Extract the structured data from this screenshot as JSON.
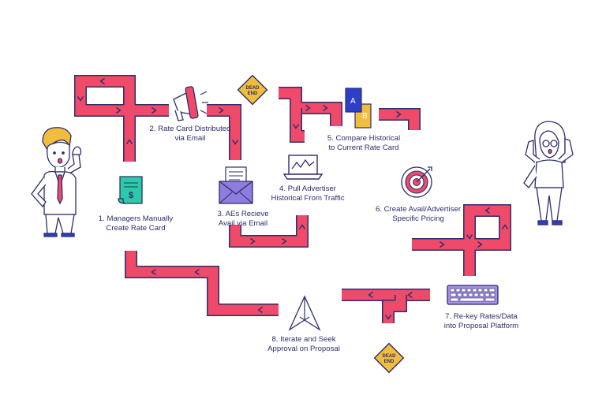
{
  "steps": [
    {
      "label": "1. Managers Manually\nCreate Rate Card",
      "icon": "rate-card-document-icon"
    },
    {
      "label": "2. Rate Card Distributed\nvia Email",
      "icon": "megaphone-icon"
    },
    {
      "label": "3. AEs  Recieve\nAvail via Email",
      "icon": "envelope-letter-icon"
    },
    {
      "label": "4. Pull Advertiser\nHistorical From Traffic",
      "icon": "laptop-chart-icon"
    },
    {
      "label": "5. Compare Historical\nto Current Rate Card",
      "icon": "cards-a-b-icon"
    },
    {
      "label": "6. Create Avail/Advertiser\nSpecific Pricing",
      "icon": "target-arrow-icon"
    },
    {
      "label": "7. Re-key Rates/Data\ninto Proposal Platform",
      "icon": "keyboard-icon"
    },
    {
      "label": "8. Iterate and Seek\nApproval on Proposal",
      "icon": "paper-plane-icon"
    }
  ],
  "signs": [
    {
      "text": "DEAD\nEND"
    },
    {
      "text": "DEAD\nEND"
    }
  ],
  "cards": {
    "a": "A",
    "b": "B"
  },
  "colors": {
    "path": "#f04a6a",
    "outline": "#2b2f6b",
    "text": "#2b2f6b",
    "sign": "#f2bd3c",
    "card_blue": "#2d3fc8",
    "card_yellow": "#f2bd3c",
    "doc_green": "#2ccaa8",
    "envelope_purple": "#8f7cde",
    "keyboard_purple": "#a98fe4"
  }
}
